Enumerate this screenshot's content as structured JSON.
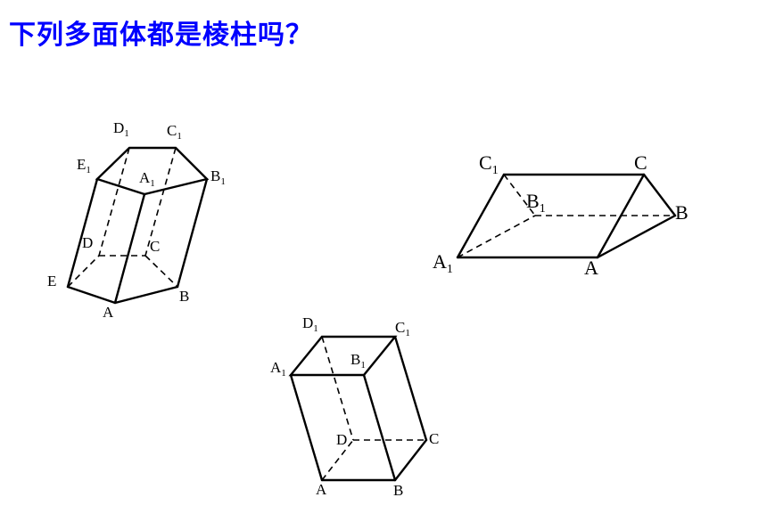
{
  "title": "下列多面体都是棱柱吗？",
  "fig1": {
    "labels": {
      "D1": {
        "main": "D",
        "sub": "1"
      },
      "C1": {
        "main": "C",
        "sub": "1"
      },
      "E1": {
        "main": "E",
        "sub": "1"
      },
      "A1": {
        "main": "A",
        "sub": "1"
      },
      "B1": {
        "main": "B",
        "sub": "1"
      },
      "D": {
        "main": "D"
      },
      "C": {
        "main": "C"
      },
      "E": {
        "main": "E"
      },
      "B": {
        "main": "B"
      },
      "A": {
        "main": "A"
      }
    }
  },
  "fig2": {
    "labels": {
      "C1": {
        "main": "C",
        "sub": "1"
      },
      "C": {
        "main": "C"
      },
      "B1": {
        "main": "B",
        "sub": "1"
      },
      "B": {
        "main": "B"
      },
      "A1": {
        "main": "A",
        "sub": "1"
      },
      "A": {
        "main": "A"
      }
    }
  },
  "fig3": {
    "labels": {
      "D1": {
        "main": "D",
        "sub": "1"
      },
      "C1": {
        "main": "C",
        "sub": "1"
      },
      "A1": {
        "main": "A",
        "sub": "1"
      },
      "B1": {
        "main": "B",
        "sub": "1"
      },
      "D": {
        "main": "D"
      },
      "C": {
        "main": "C"
      },
      "A": {
        "main": "A"
      },
      "B": {
        "main": "B"
      }
    }
  }
}
